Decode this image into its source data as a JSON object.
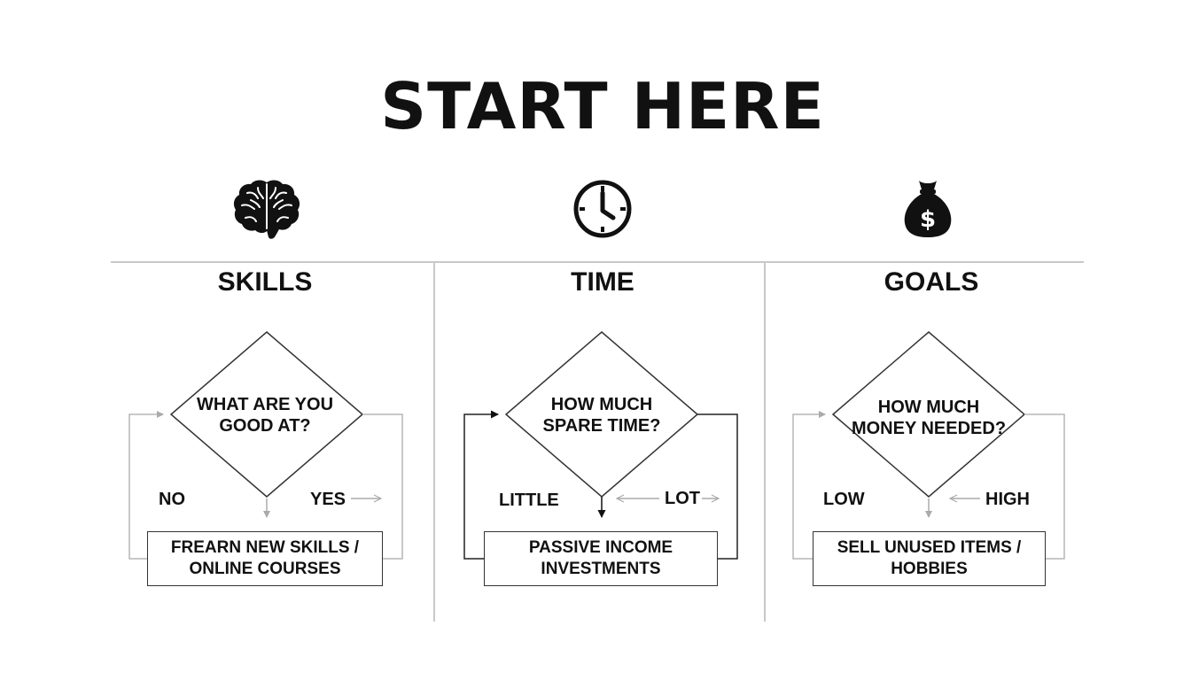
{
  "title": "START HERE",
  "columns": [
    {
      "heading": "SKILLS",
      "icon": "brain-icon",
      "question_line1": "WHAT ARE YOU",
      "question_line2": "GOOD AT?",
      "left_label": "NO",
      "right_label": "YES",
      "result_line1": "FREARN NEW SKILLS /",
      "result_line2": "ONLINE COURSES"
    },
    {
      "heading": "TIME",
      "icon": "clock-icon",
      "question_line1": "HOW MUCH",
      "question_line2": "SPARE TIME?",
      "left_label": "LITTLE",
      "right_label": "LOT",
      "result_line1": "PASSIVE INCOME",
      "result_line2": "INVESTMENTS"
    },
    {
      "heading": "GOALS",
      "icon": "money-bag-icon",
      "question_line1": "HOW MUCH",
      "question_line2": "MONEY NEEDED?",
      "left_label": "LOW",
      "right_label": "HIGH",
      "result_line1": "SELL UNUSED ITEMS /",
      "result_line2": "HOBBIES",
      "icon_symbol": "$"
    }
  ],
  "colors": {
    "ink": "#111111",
    "line_light": "#b5b5b5",
    "line_dark": "#222222"
  }
}
